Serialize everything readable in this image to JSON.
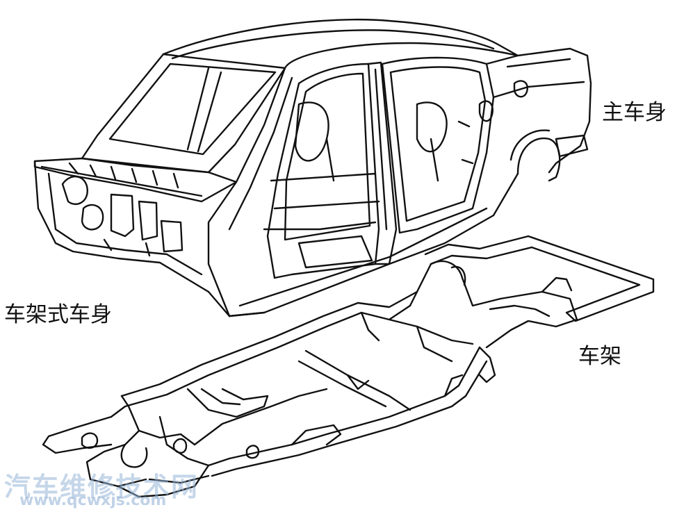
{
  "labels": {
    "main_body": "主车身",
    "body_on_frame": "车架式车身",
    "frame": "车架"
  },
  "watermark": {
    "text": "汽车维修技术网",
    "url": "www.qcwxjs.com"
  },
  "colors": {
    "line": "#111111",
    "watermark": "#9db7d6"
  }
}
